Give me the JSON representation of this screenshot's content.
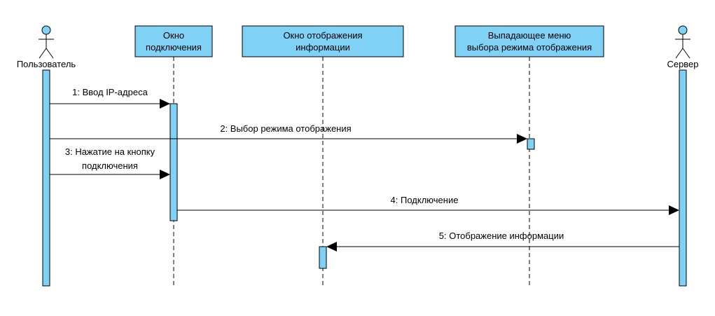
{
  "diagram": {
    "type": "sequence",
    "colors": {
      "box_fill": "#7FD1F5",
      "stroke": "#000000",
      "background": "#FFFFFF"
    },
    "participants": [
      {
        "id": "user",
        "kind": "actor",
        "label": "Пользователь"
      },
      {
        "id": "conn",
        "kind": "box",
        "label_lines": [
          "Окно",
          "подключения"
        ]
      },
      {
        "id": "info",
        "kind": "box",
        "label_lines": [
          "Окно отображения",
          "информации"
        ]
      },
      {
        "id": "menu",
        "kind": "box",
        "label_lines": [
          "Выпадающее меню",
          "выбора режима отображения"
        ]
      },
      {
        "id": "server",
        "kind": "actor",
        "label": "Сервер"
      }
    ],
    "messages": [
      {
        "label_lines": [
          "1: Ввод IP-адреса"
        ],
        "from": "user",
        "to": "conn"
      },
      {
        "label_lines": [
          "2: Выбор режима отображения"
        ],
        "from": "user",
        "to": "menu"
      },
      {
        "label_lines": [
          "3: Нажатие на кнопку",
          "подключения"
        ],
        "from": "user",
        "to": "conn"
      },
      {
        "label_lines": [
          "4: Подключение"
        ],
        "from": "conn",
        "to": "server"
      },
      {
        "label_lines": [
          "5: Отображение информации"
        ],
        "from": "server",
        "to": "info"
      }
    ]
  }
}
